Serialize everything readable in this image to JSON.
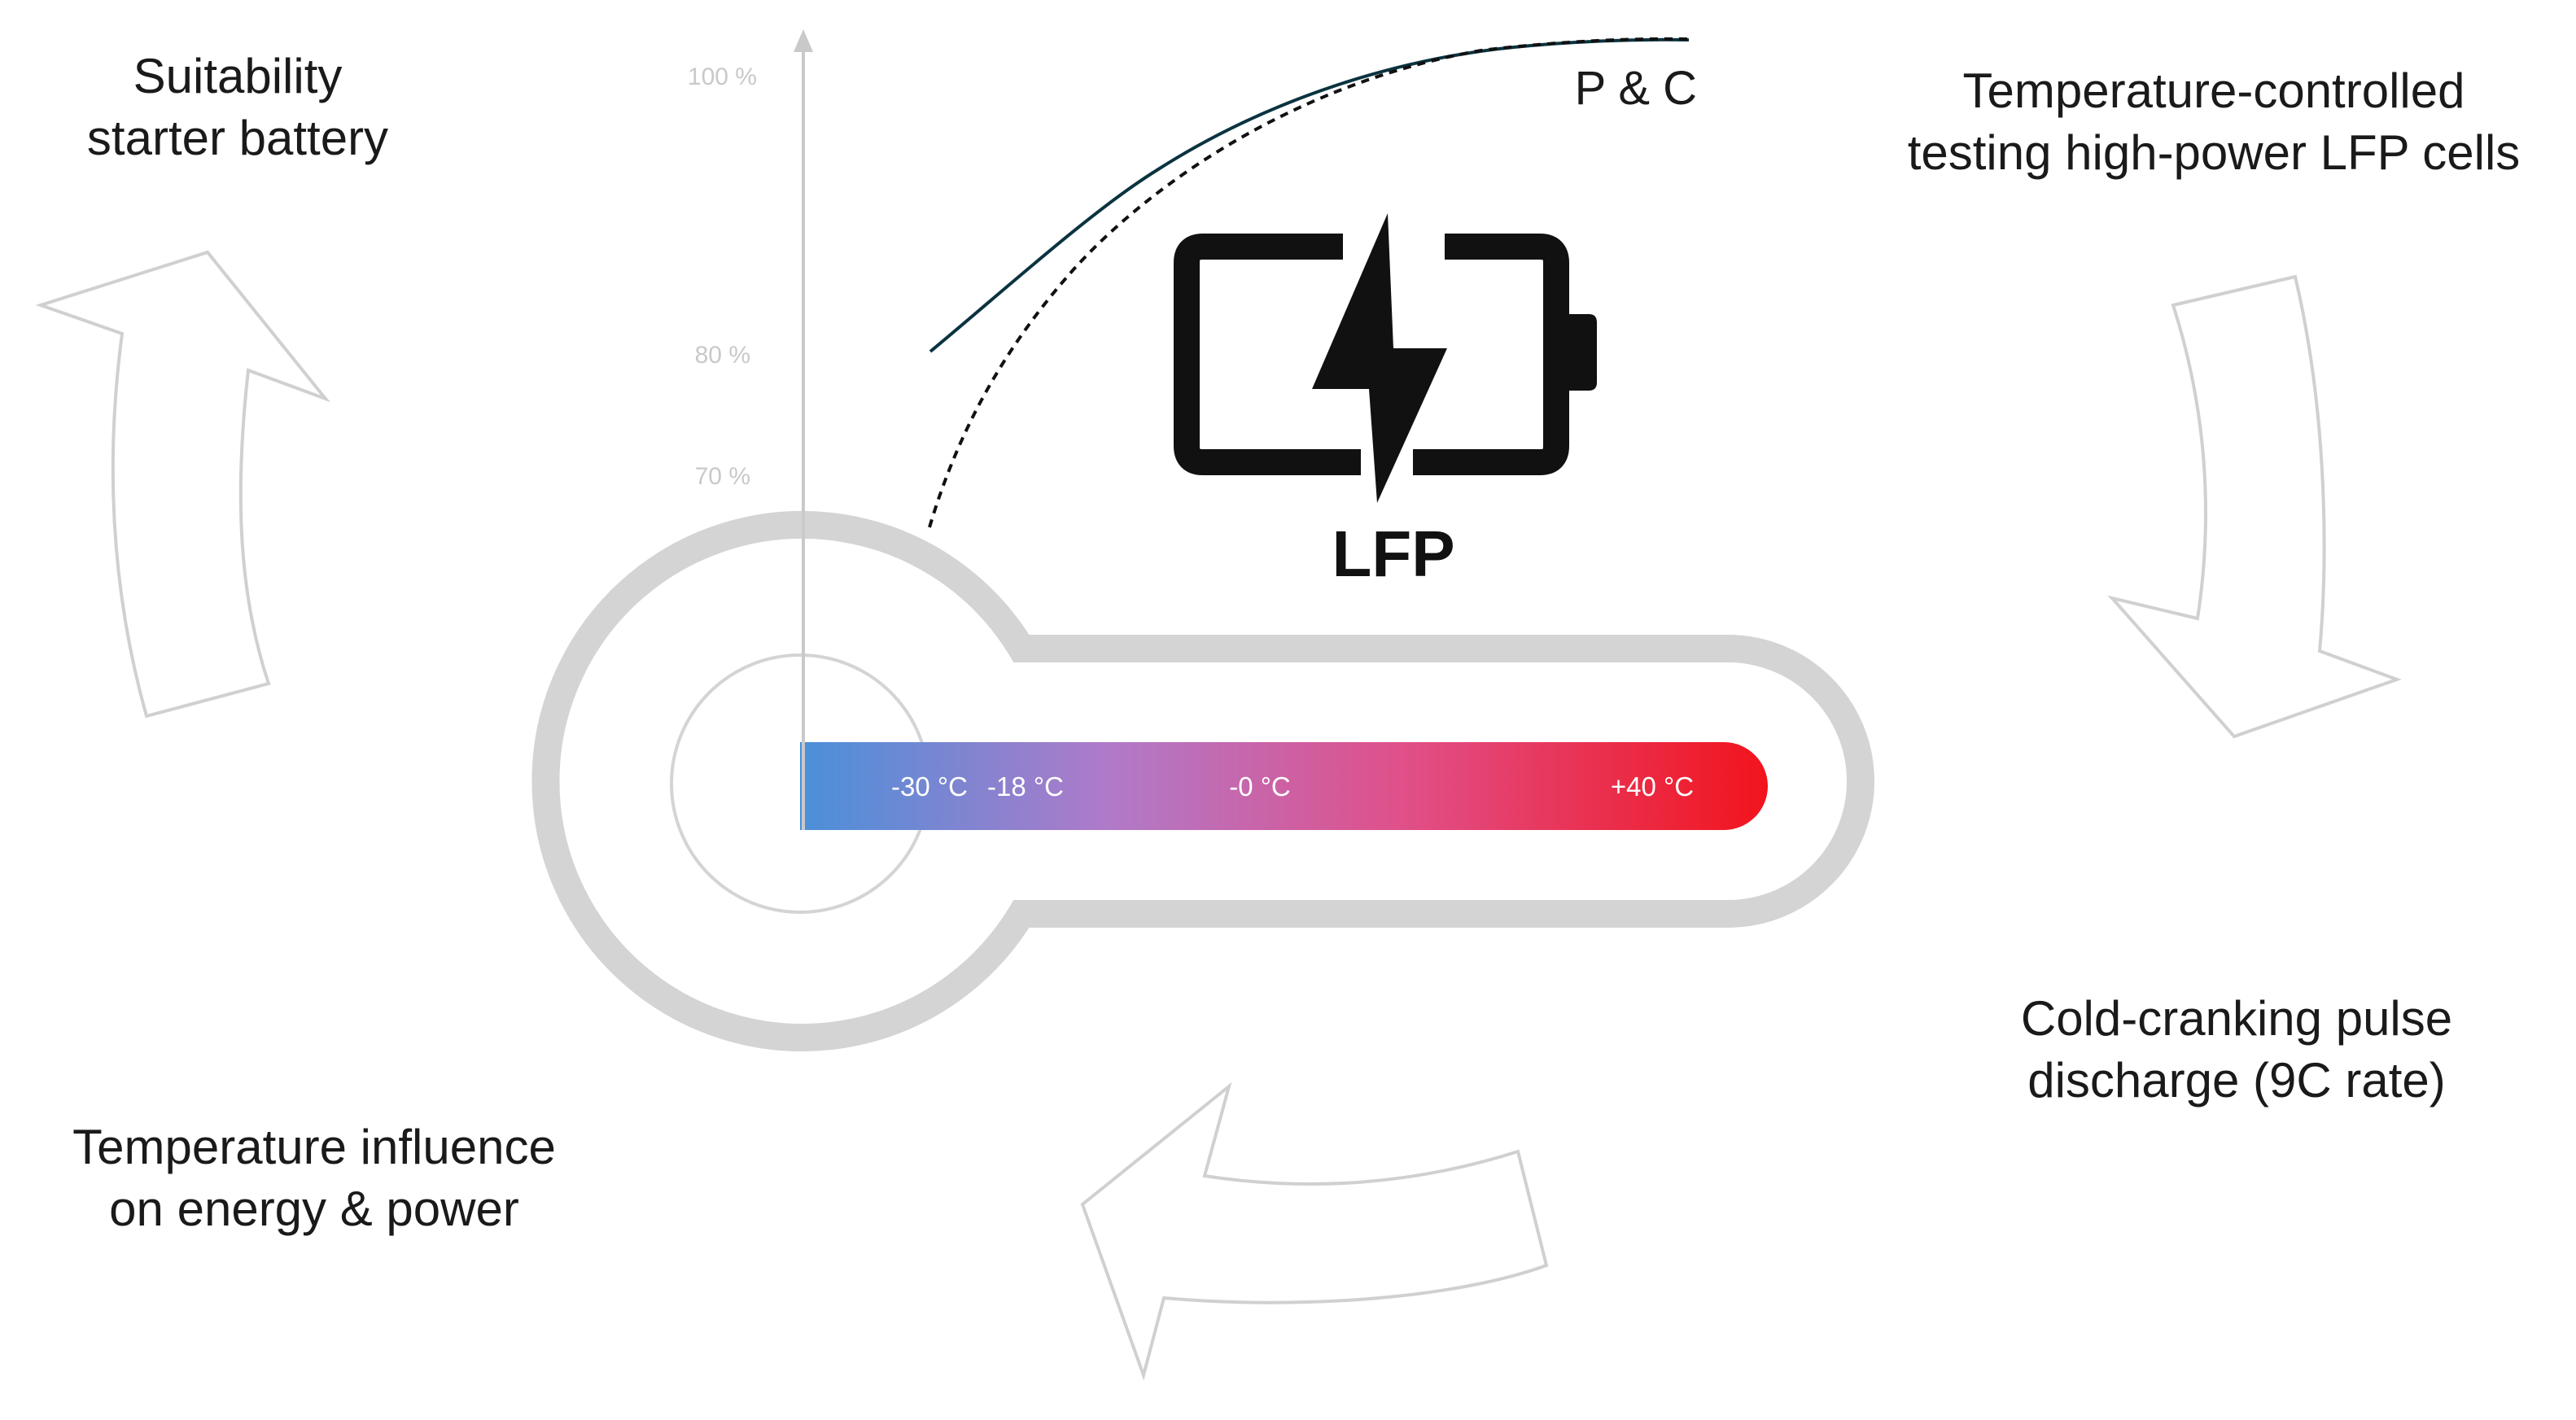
{
  "steps": {
    "suitability": [
      "Suitability",
      "starter battery"
    ],
    "testing": [
      "Temperature-controlled",
      "testing high-power LFP cells"
    ],
    "discharge": [
      "Cold-cranking pulse",
      "discharge (9C rate)"
    ],
    "influence": [
      "Temperature influence",
      "on energy & power"
    ]
  },
  "axis": {
    "percent_labels": [
      "100 %",
      "80 %",
      "70 %"
    ]
  },
  "curve": {
    "label": "P & C"
  },
  "battery": {
    "icon": "battery-charging-icon",
    "label": "LFP"
  },
  "thermometer": {
    "temperatures": [
      "-30 °C",
      "-18 °C",
      "-0 °C",
      "+40 °C"
    ],
    "gradient_colors": [
      "#4a90d9",
      "#b07ac9",
      "#e0508a",
      "#f2141c"
    ]
  },
  "colors": {
    "arrow_outline": "#d0d0d0",
    "thermometer_outline": "#d4d4d4",
    "curve_solid": "#0b3340",
    "curve_dashed": "#111111"
  }
}
